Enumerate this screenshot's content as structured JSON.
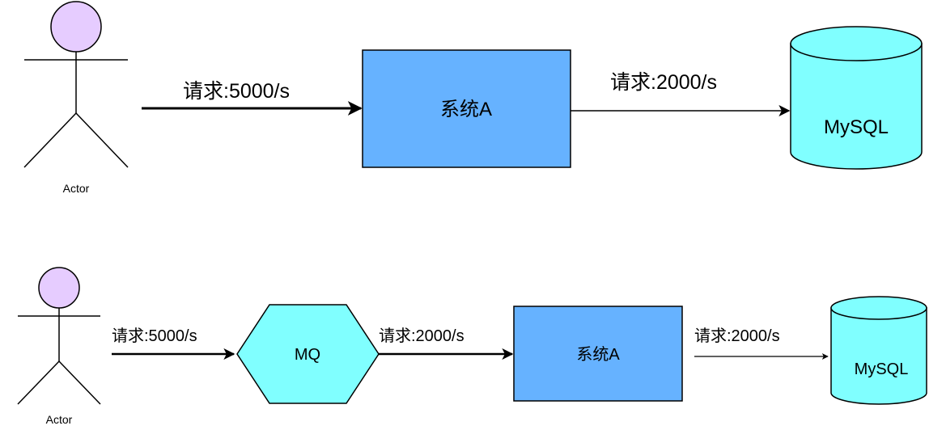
{
  "top_flow": {
    "actor_label": "Actor",
    "edge1_label": "请求:5000/s",
    "system_label": "系统A",
    "edge2_label": "请求:2000/s",
    "db_label": "MySQL"
  },
  "bottom_flow": {
    "actor_label": "Actor",
    "edge1_label": "请求:5000/s",
    "mq_label": "MQ",
    "edge2_label": "请求:2000/s",
    "system_label": "系统A",
    "edge3_label": "请求:2000/s",
    "db_label": "MySQL"
  },
  "colors": {
    "actor_head": "#e6ccff",
    "system_box": "#66b2ff",
    "cyan_shape": "#80ffff",
    "stroke": "#000000"
  }
}
